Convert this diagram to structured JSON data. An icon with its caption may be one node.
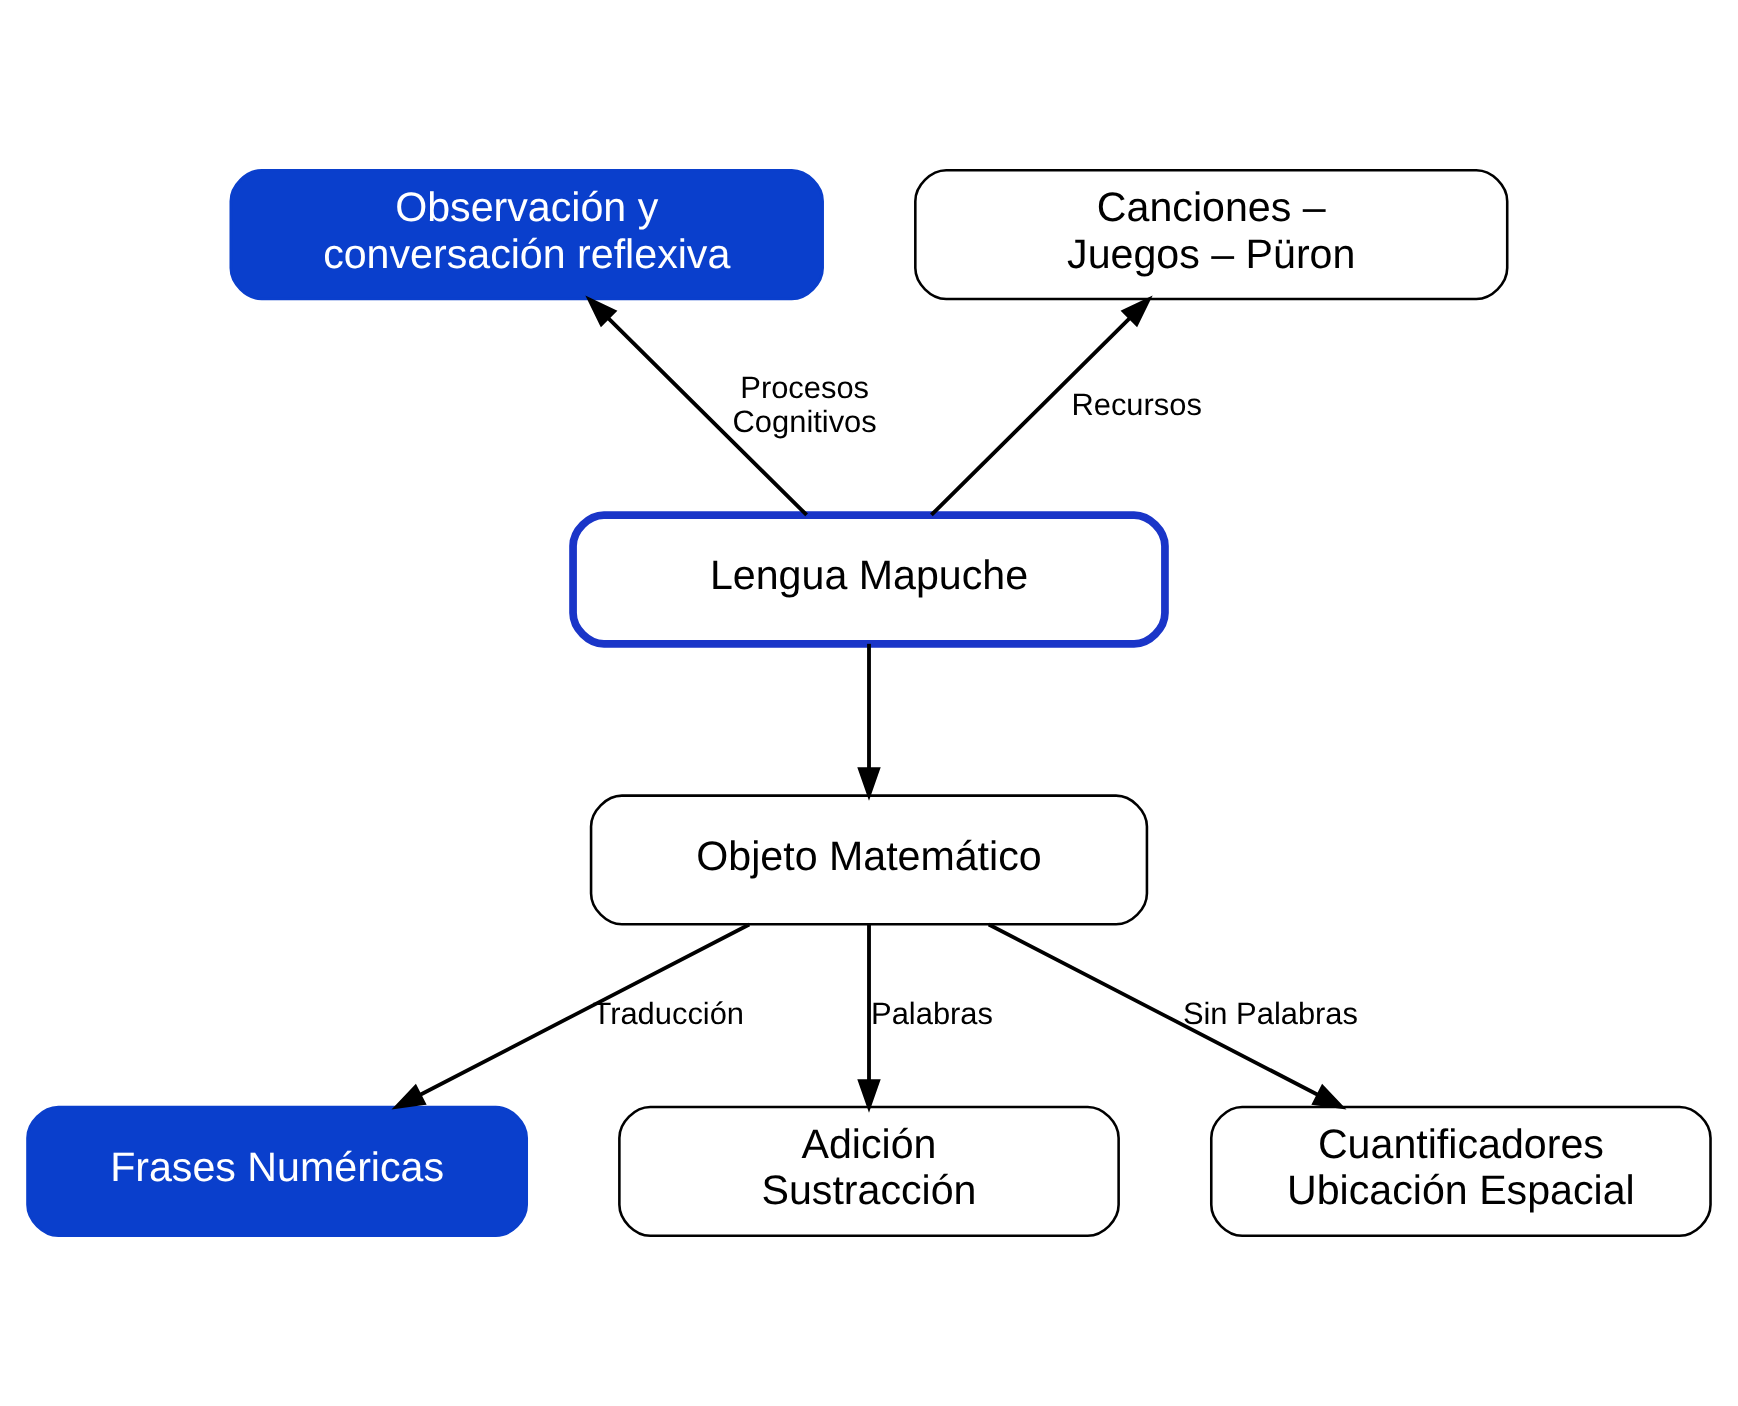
{
  "diagram": {
    "nodes": [
      {
        "text": [
          "Observación y conversación reflexiva"
        ]
      },
      {
        "text": [
          "Canciones – Juegos – Püron"
        ]
      },
      {
        "text": [
          "Lengua Mapuche"
        ]
      },
      {
        "text": [
          "Objeto Matemático"
        ]
      },
      {
        "text": [
          "Frases Numéricas"
        ]
      },
      {
        "text": [
          "Adición Sustracción"
        ]
      },
      {
        "text": [
          "Cuantificadores Ubicación Espacial"
        ]
      }
    ],
    "edges": [
      {
        "from": 2,
        "to": 0,
        "arrow": "to",
        "label": "Procesos Cognitivos"
      },
      {
        "from": 2,
        "to": 1,
        "arrow": "to",
        "label": "Recursos"
      },
      {
        "from": 2,
        "to": 3,
        "arrow": "to"
      },
      {
        "from": 3,
        "to": 4,
        "arrow": "to",
        "label": "Traducción"
      },
      {
        "from": 3,
        "to": 5,
        "arrow": "to",
        "label": "Palabras"
      },
      {
        "from": 3,
        "to": 6,
        "arrow": "to",
        "label": "Sin Palabras"
      }
    ]
  }
}
